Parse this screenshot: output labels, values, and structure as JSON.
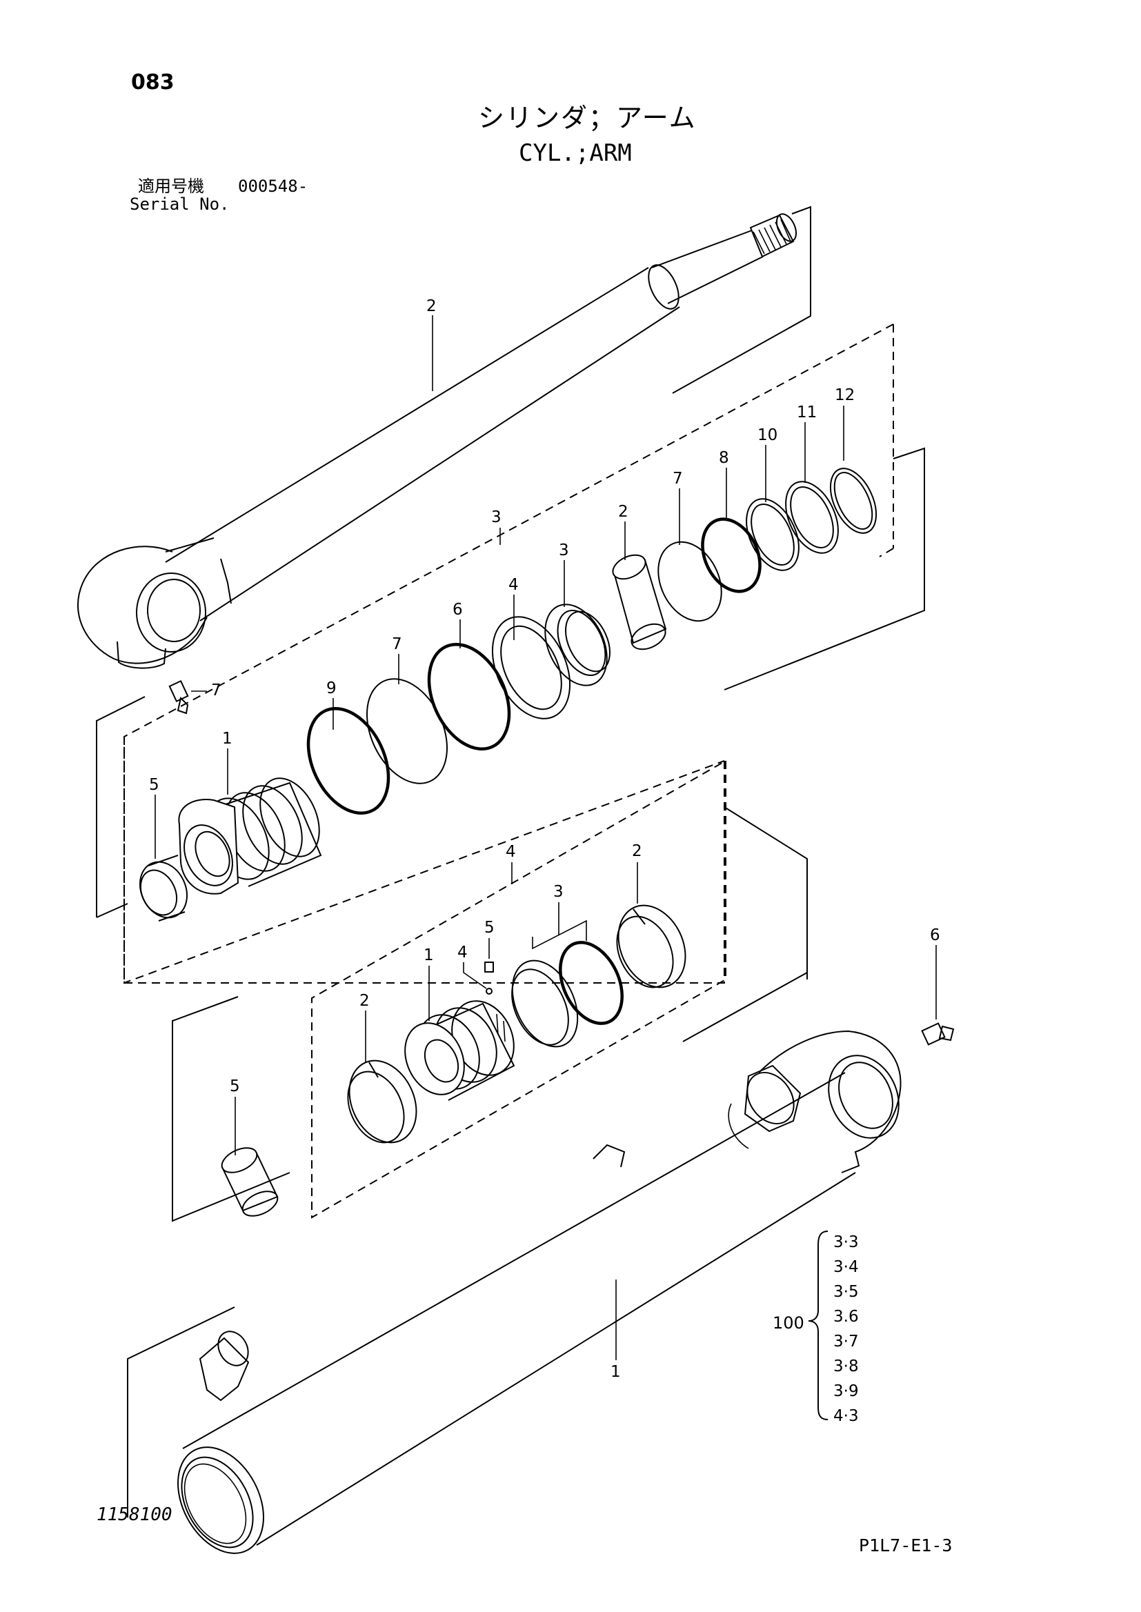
{
  "header": {
    "page_number": "083",
    "title_ja": "シリンダ；アーム",
    "title_en": "CYL.;ARM",
    "serial_label_ja": "適用号機",
    "serial_value": "000548-",
    "serial_label_en": "Serial No."
  },
  "footer": {
    "drawing_id": "1158100",
    "page_code": "P1L7-E1-3"
  },
  "callouts": {
    "rod_assy": "2",
    "rod_grease_fitting": "7",
    "head_kit": "3",
    "head_ring_12": "12",
    "head_ring_11": "11",
    "head_ring_10": "10",
    "head_ring_8": "8",
    "head_ring_7a": "7",
    "head_bushing": "2",
    "head_seal_3": "3",
    "head_ring_4": "4",
    "head_ring_6": "6",
    "head_ring_7b": "7",
    "head_ring_9": "9",
    "cylinder_head": "1",
    "head_bushing_5": "5",
    "piston_kit": "4",
    "piston_ring_2": "2",
    "piston_seal_3": "3",
    "piston_screw_5": "5",
    "piston_ball_4": "4",
    "piston": "1",
    "piston_ring_2b": "2",
    "tube_bushing": "5",
    "tube_grease_fitting": "6",
    "cylinder_tube": "1"
  },
  "seal_kit": {
    "number": "100",
    "items": [
      "3·3",
      "3·4",
      "3·5",
      "3.6",
      "3·7",
      "3·8",
      "3·9",
      "4·3"
    ]
  }
}
